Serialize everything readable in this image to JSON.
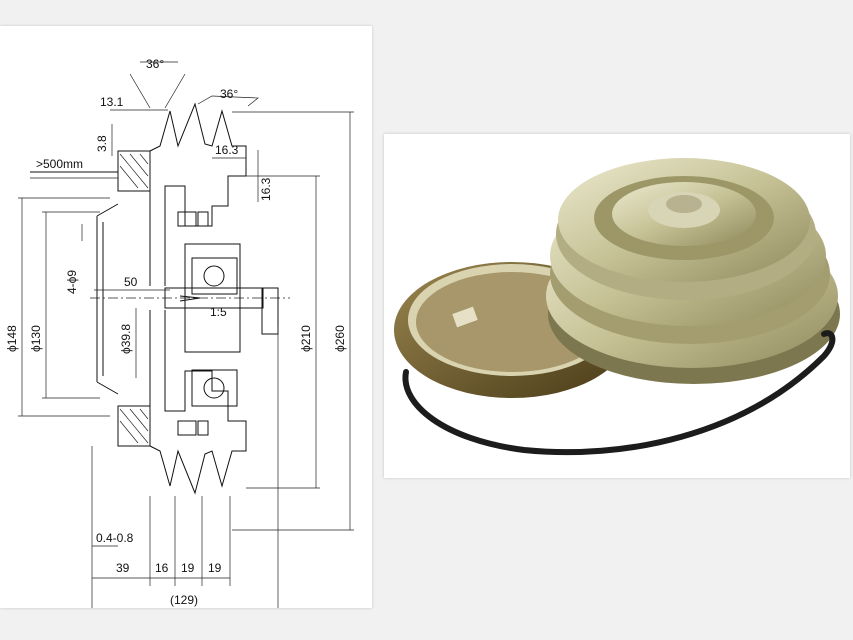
{
  "drawing": {
    "top_dims": {
      "angle_left": "36°",
      "angle_right": "36°",
      "d13_1": "13.1",
      "d3_8": "3.8",
      "d16_3a": "16.3",
      "d16_3b": "16.3"
    },
    "side_dims": {
      "lead": ">500mm",
      "holes": "4-ϕ9",
      "d148": "ϕ148",
      "d130": "ϕ130",
      "d50": "50",
      "d39_8": "ϕ39.8",
      "taper": "1:5",
      "d210": "ϕ210",
      "d260": "ϕ260"
    },
    "bottom_dims": {
      "gap": "0.4-0.8",
      "d39": "39",
      "d16": "16",
      "d19a": "19",
      "d19b": "19",
      "total": "(129)"
    }
  },
  "photo": {
    "colors": {
      "pulley": "#c8c49a",
      "coil": "#6b5a2c",
      "cable": "#1c1c1c"
    }
  }
}
